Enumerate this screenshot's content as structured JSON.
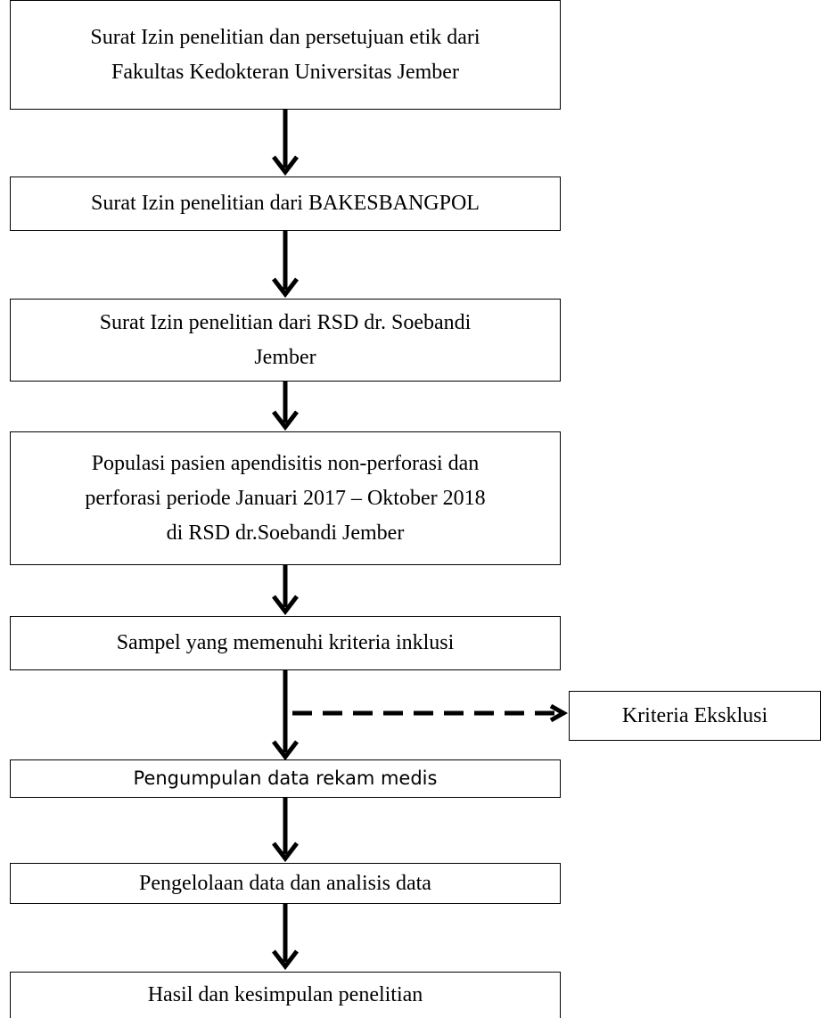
{
  "flow": {
    "steps": [
      {
        "lines": [
          "Surat Izin penelitian dan persetujuan etik dari",
          "Fakultas Kedokteran Universitas Jember"
        ]
      },
      {
        "lines": [
          "Surat Izin penelitian dari BAKESBANGPOL"
        ]
      },
      {
        "lines": [
          "Surat Izin penelitian dari RSD dr. Soebandi",
          "Jember"
        ]
      },
      {
        "lines": [
          "Populasi pasien apendisitis non-perforasi dan",
          "perforasi periode Januari 2017 – Oktober 2018",
          "di RSD dr.Soebandi Jember"
        ]
      },
      {
        "lines": [
          "Sampel yang memenuhi kriteria inklusi"
        ]
      },
      {
        "lines": [
          "Pengumpulan data rekam medis"
        ]
      },
      {
        "lines": [
          "Pengelolaan data dan analisis data"
        ]
      },
      {
        "lines": [
          "Hasil dan kesimpulan penelitian"
        ]
      }
    ],
    "exclusion": {
      "lines": [
        "Kriteria Eksklusi"
      ]
    }
  }
}
